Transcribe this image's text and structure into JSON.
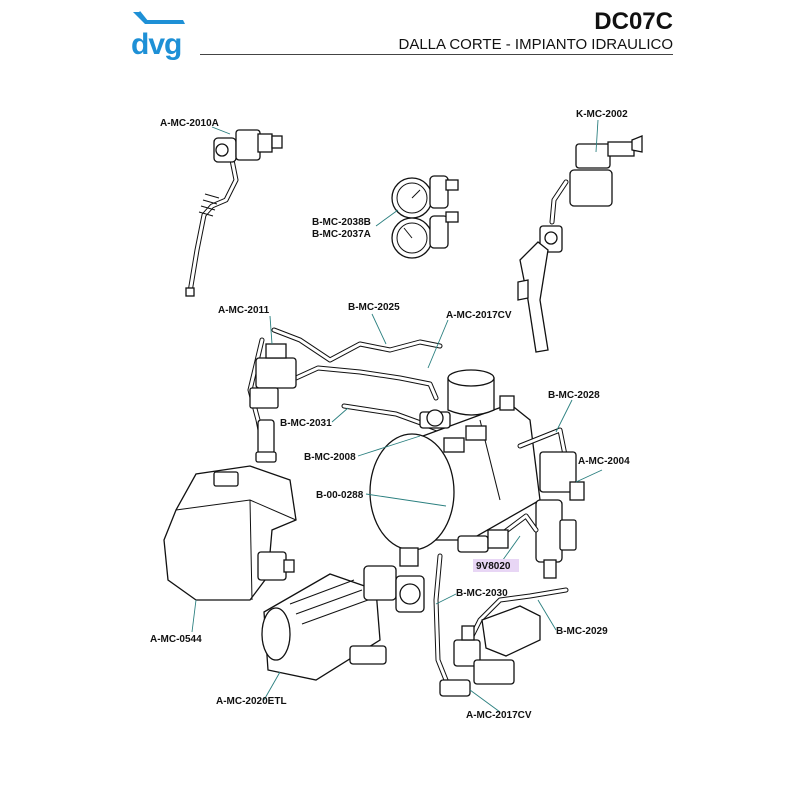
{
  "header": {
    "logo_text": "dvg",
    "model": "DC07C",
    "subtitle": "DALLA CORTE - IMPIANTO IDRAULICO"
  },
  "colors": {
    "brand": "#1e90d6",
    "leader": "#2a7f7f",
    "highlight": "#e8d6f5"
  },
  "labels": {
    "a_mc_2010a": "A-MC-2010A",
    "k_mc_2002": "K-MC-2002",
    "b_mc_2038b": "B-MC-2038B",
    "b_mc_2037a": "B-MC-2037A",
    "a_mc_2011": "A-MC-2011",
    "b_mc_2025": "B-MC-2025",
    "a_mc_2017cv_top": "A-MC-2017CV",
    "b_mc_2031": "B-MC-2031",
    "b_mc_2028": "B-MC-2028",
    "b_mc_2008": "B-MC-2008",
    "a_mc_2004": "A-MC-2004",
    "b_00_0288": "B-00-0288",
    "v9_8020": "9V8020",
    "b_mc_2030": "B-MC-2030",
    "a_mc_0544": "A-MC-0544",
    "b_mc_2029": "B-MC-2029",
    "a_mc_2020etl": "A-MC-2020ETL",
    "a_mc_2017cv_bottom": "A-MC-2017CV"
  }
}
